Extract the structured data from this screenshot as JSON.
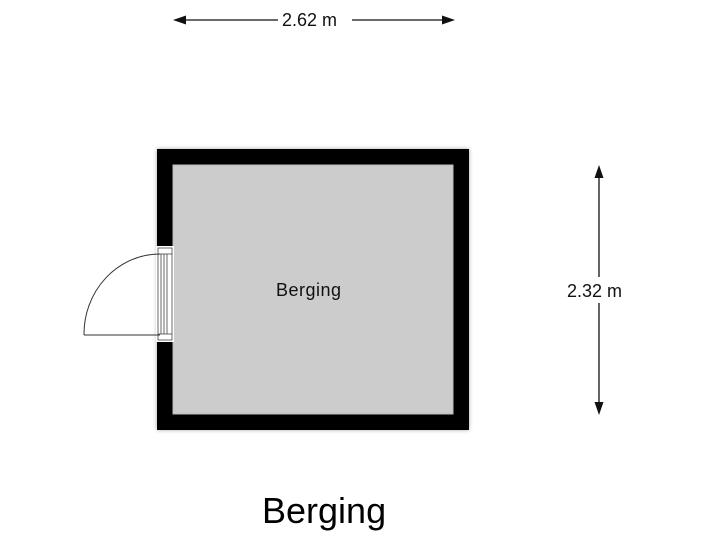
{
  "plan": {
    "title": "Berging",
    "colors": {
      "wall": "#000000",
      "floor": "#cccccc",
      "background": "#ffffff",
      "line": "#111111"
    }
  },
  "rooms": [
    {
      "name": "Berging"
    }
  ],
  "dimensions": {
    "width": {
      "label": "2.62 m",
      "orientation": "horizontal"
    },
    "height": {
      "label": "2.32 m",
      "orientation": "vertical"
    }
  },
  "icons": {
    "door": "door-swing-icon",
    "arrow_left": "arrow-left-icon",
    "arrow_right": "arrow-right-icon",
    "arrow_up": "arrow-up-icon",
    "arrow_down": "arrow-down-icon"
  }
}
